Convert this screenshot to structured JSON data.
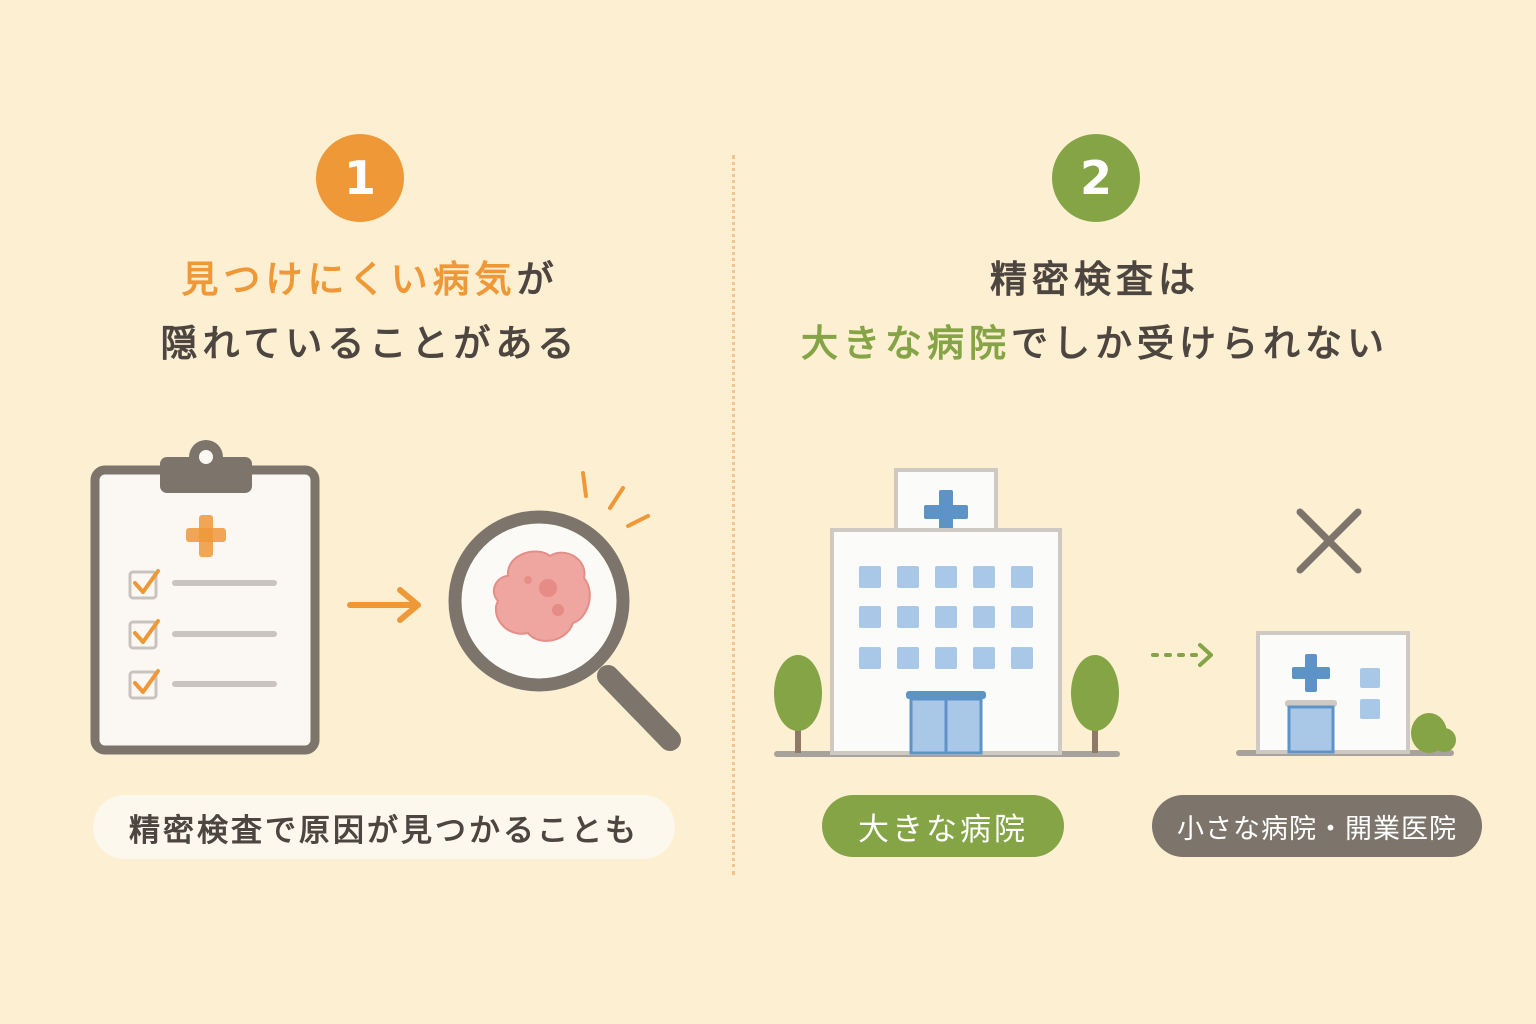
{
  "left": {
    "number": "1",
    "number_color": "#ef9838",
    "headline": {
      "line1_highlight": "見つけにくい病気",
      "line1_rest": "が",
      "line2": "隠れていることがある"
    },
    "caption": "精密検査で原因が見つかることも",
    "icons": [
      "clipboard-icon",
      "arrow-right-icon",
      "magnifier-icon"
    ]
  },
  "right": {
    "number": "2",
    "number_color": "#84a445",
    "headline": {
      "line1": "精密検査は",
      "line2_highlight": "大きな病院",
      "line2_rest": "でしか受けられない"
    },
    "big_hospital_label": "大きな病院",
    "small_clinic_label": "小さな病院・開業医院",
    "icons": [
      "big-hospital-icon",
      "dotted-arrow-icon",
      "small-clinic-icon",
      "cross-mark-icon"
    ]
  },
  "colors": {
    "background": "#fdefd2",
    "orange": "#ef9838",
    "green": "#84a445",
    "gray": "#7d746c",
    "text": "#4d4540"
  }
}
